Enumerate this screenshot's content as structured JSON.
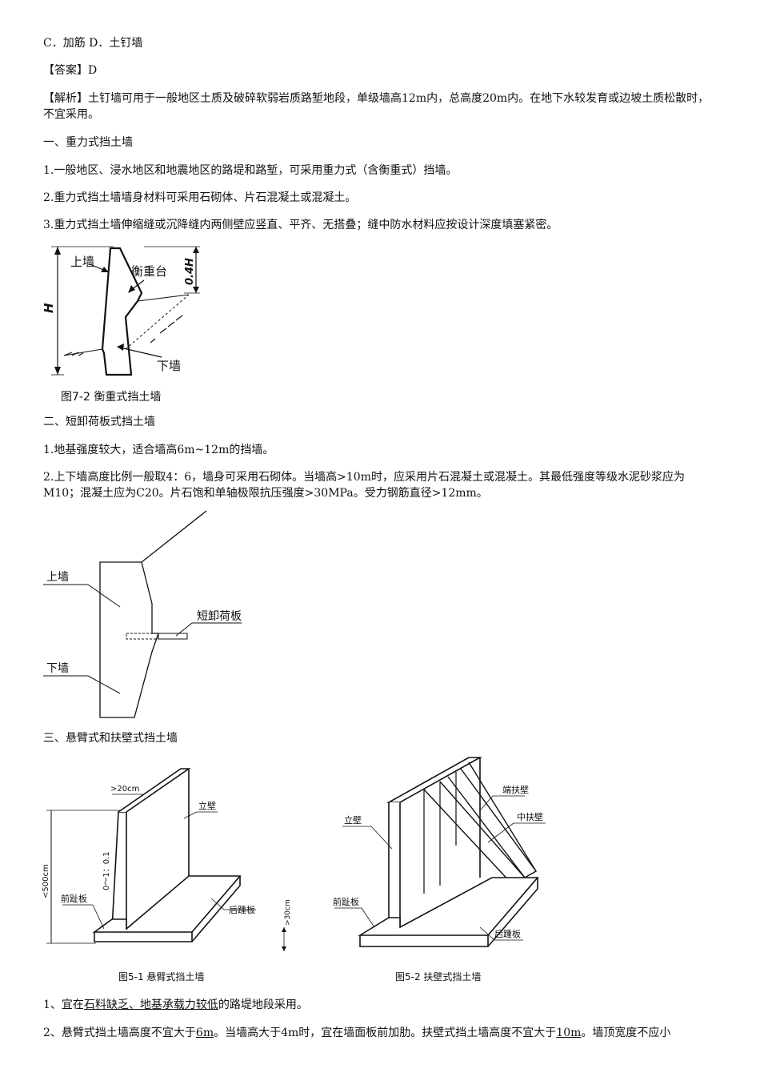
{
  "lines": {
    "l1": "C．加筋 D．土钉墙",
    "l2": "【答案】D",
    "l3": "【解析】土钉墙可用于一般地区土质及破碎软弱岩质路堑地段，单级墙高12m内，总高度20m内。在地下水较发育或边坡土质松散时，不宜采用。",
    "l4": "一、重力式挡土墙",
    "l5": "1.一般地区、浸水地区和地震地区的路堤和路堑，可采用重力式（含衡重式）挡墙。",
    "l6": "2.重力式挡土墙墙身材料可采用石砌体、片石混凝土或混凝土。",
    "l7": "3.重力式挡土墙伸缩缝或沉降缝内两侧壁应竖直、平齐、无搭叠；缝中防水材料应按设计深度填塞紧密。",
    "l8": "二、短卸荷板式挡土墙",
    "l9": "1.地基强度较大，适合墙高6m~12m的挡墙。",
    "l10": "2.上下墙高度比例一般取4：6，墙身可采用石砌体。当墙高>10m时，应采用片石混凝土或混凝土。其最低强度等级水泥砂浆应为M10；混凝土应为C20。片石饱和单轴极限抗压强度>30MPa。受力钢筋直径>12mm。",
    "l11": "三、悬臂式和扶壁式挡土墙",
    "l12": {
      "a": "1、宜在",
      "b": "石料缺乏、地基承载力较低",
      "c": "的路堤地段采用。"
    },
    "l13": {
      "a": "2、悬臂式挡土墙高度不宜大于",
      "b": "6m",
      "c": "。当墙高大于4m时，宜在墙面板前加肋。扶壁式挡土墙高度不宜大于",
      "d": "10m",
      "e": "。墙顶宽度不应小"
    }
  },
  "fig1": {
    "label_upper": "上墙",
    "label_platform": "衡重台",
    "label_lower": "下墙",
    "label_h": "H",
    "label_04h": "0.4H",
    "caption": "图7-2  衡重式挡土墙"
  },
  "fig2": {
    "label_upper": "上墙",
    "label_slab": "短卸荷板",
    "label_lower": "下墙"
  },
  "fig3": {
    "label_20cm": ">20cm",
    "label_500cm": "<500cm",
    "label_slope": "0～1：0.1",
    "label_wall": "立壁",
    "label_toe": "前趾板",
    "label_heel": "后踵板",
    "label_30cm": ">30cm",
    "caption": "图5-1  悬臂式挡土墙"
  },
  "fig4": {
    "label_end": "端扶壁",
    "label_wall": "立壁",
    "label_mid": "中扶壁",
    "label_toe": "前趾板",
    "label_heel": "后踵板",
    "caption": "图5-2  扶壁式挡土墙"
  }
}
